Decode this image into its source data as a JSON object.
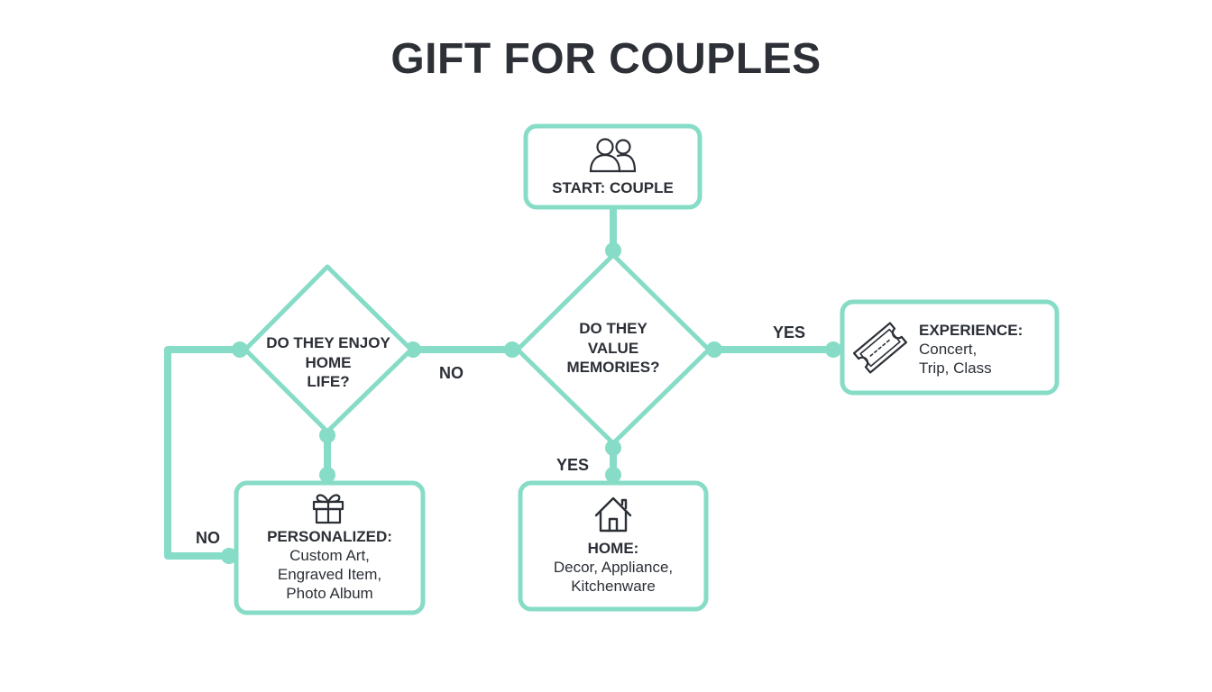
{
  "title": "GIFT FOR COUPLES",
  "colors": {
    "accent": "#86dcc6",
    "text": "#2b2f36"
  },
  "nodes": {
    "start": {
      "label": "START: COUPLE",
      "icon": "couple-icon"
    },
    "memories": {
      "lines": [
        "DO THEY",
        "VALUE",
        "MEMORIES?"
      ]
    },
    "home_life": {
      "lines": [
        "DO THEY ENJOY",
        "HOME",
        "LIFE?"
      ]
    },
    "experience": {
      "title": "EXPERIENCE:",
      "lines": [
        "Concert,",
        "Trip, Class"
      ],
      "icon": "ticket-icon"
    },
    "home": {
      "title": "HOME:",
      "lines": [
        "Decor, Appliance,",
        "Kitchenware"
      ],
      "icon": "house-icon"
    },
    "personalized": {
      "title": "PERSONALIZED:",
      "lines": [
        "Custom Art,",
        "Engraved Item,",
        "Photo Album"
      ],
      "icon": "gift-icon"
    }
  },
  "edges": {
    "memories_yes_right": "YES",
    "memories_yes_down": "YES",
    "memories_no": "NO",
    "home_life_no": "NO"
  }
}
